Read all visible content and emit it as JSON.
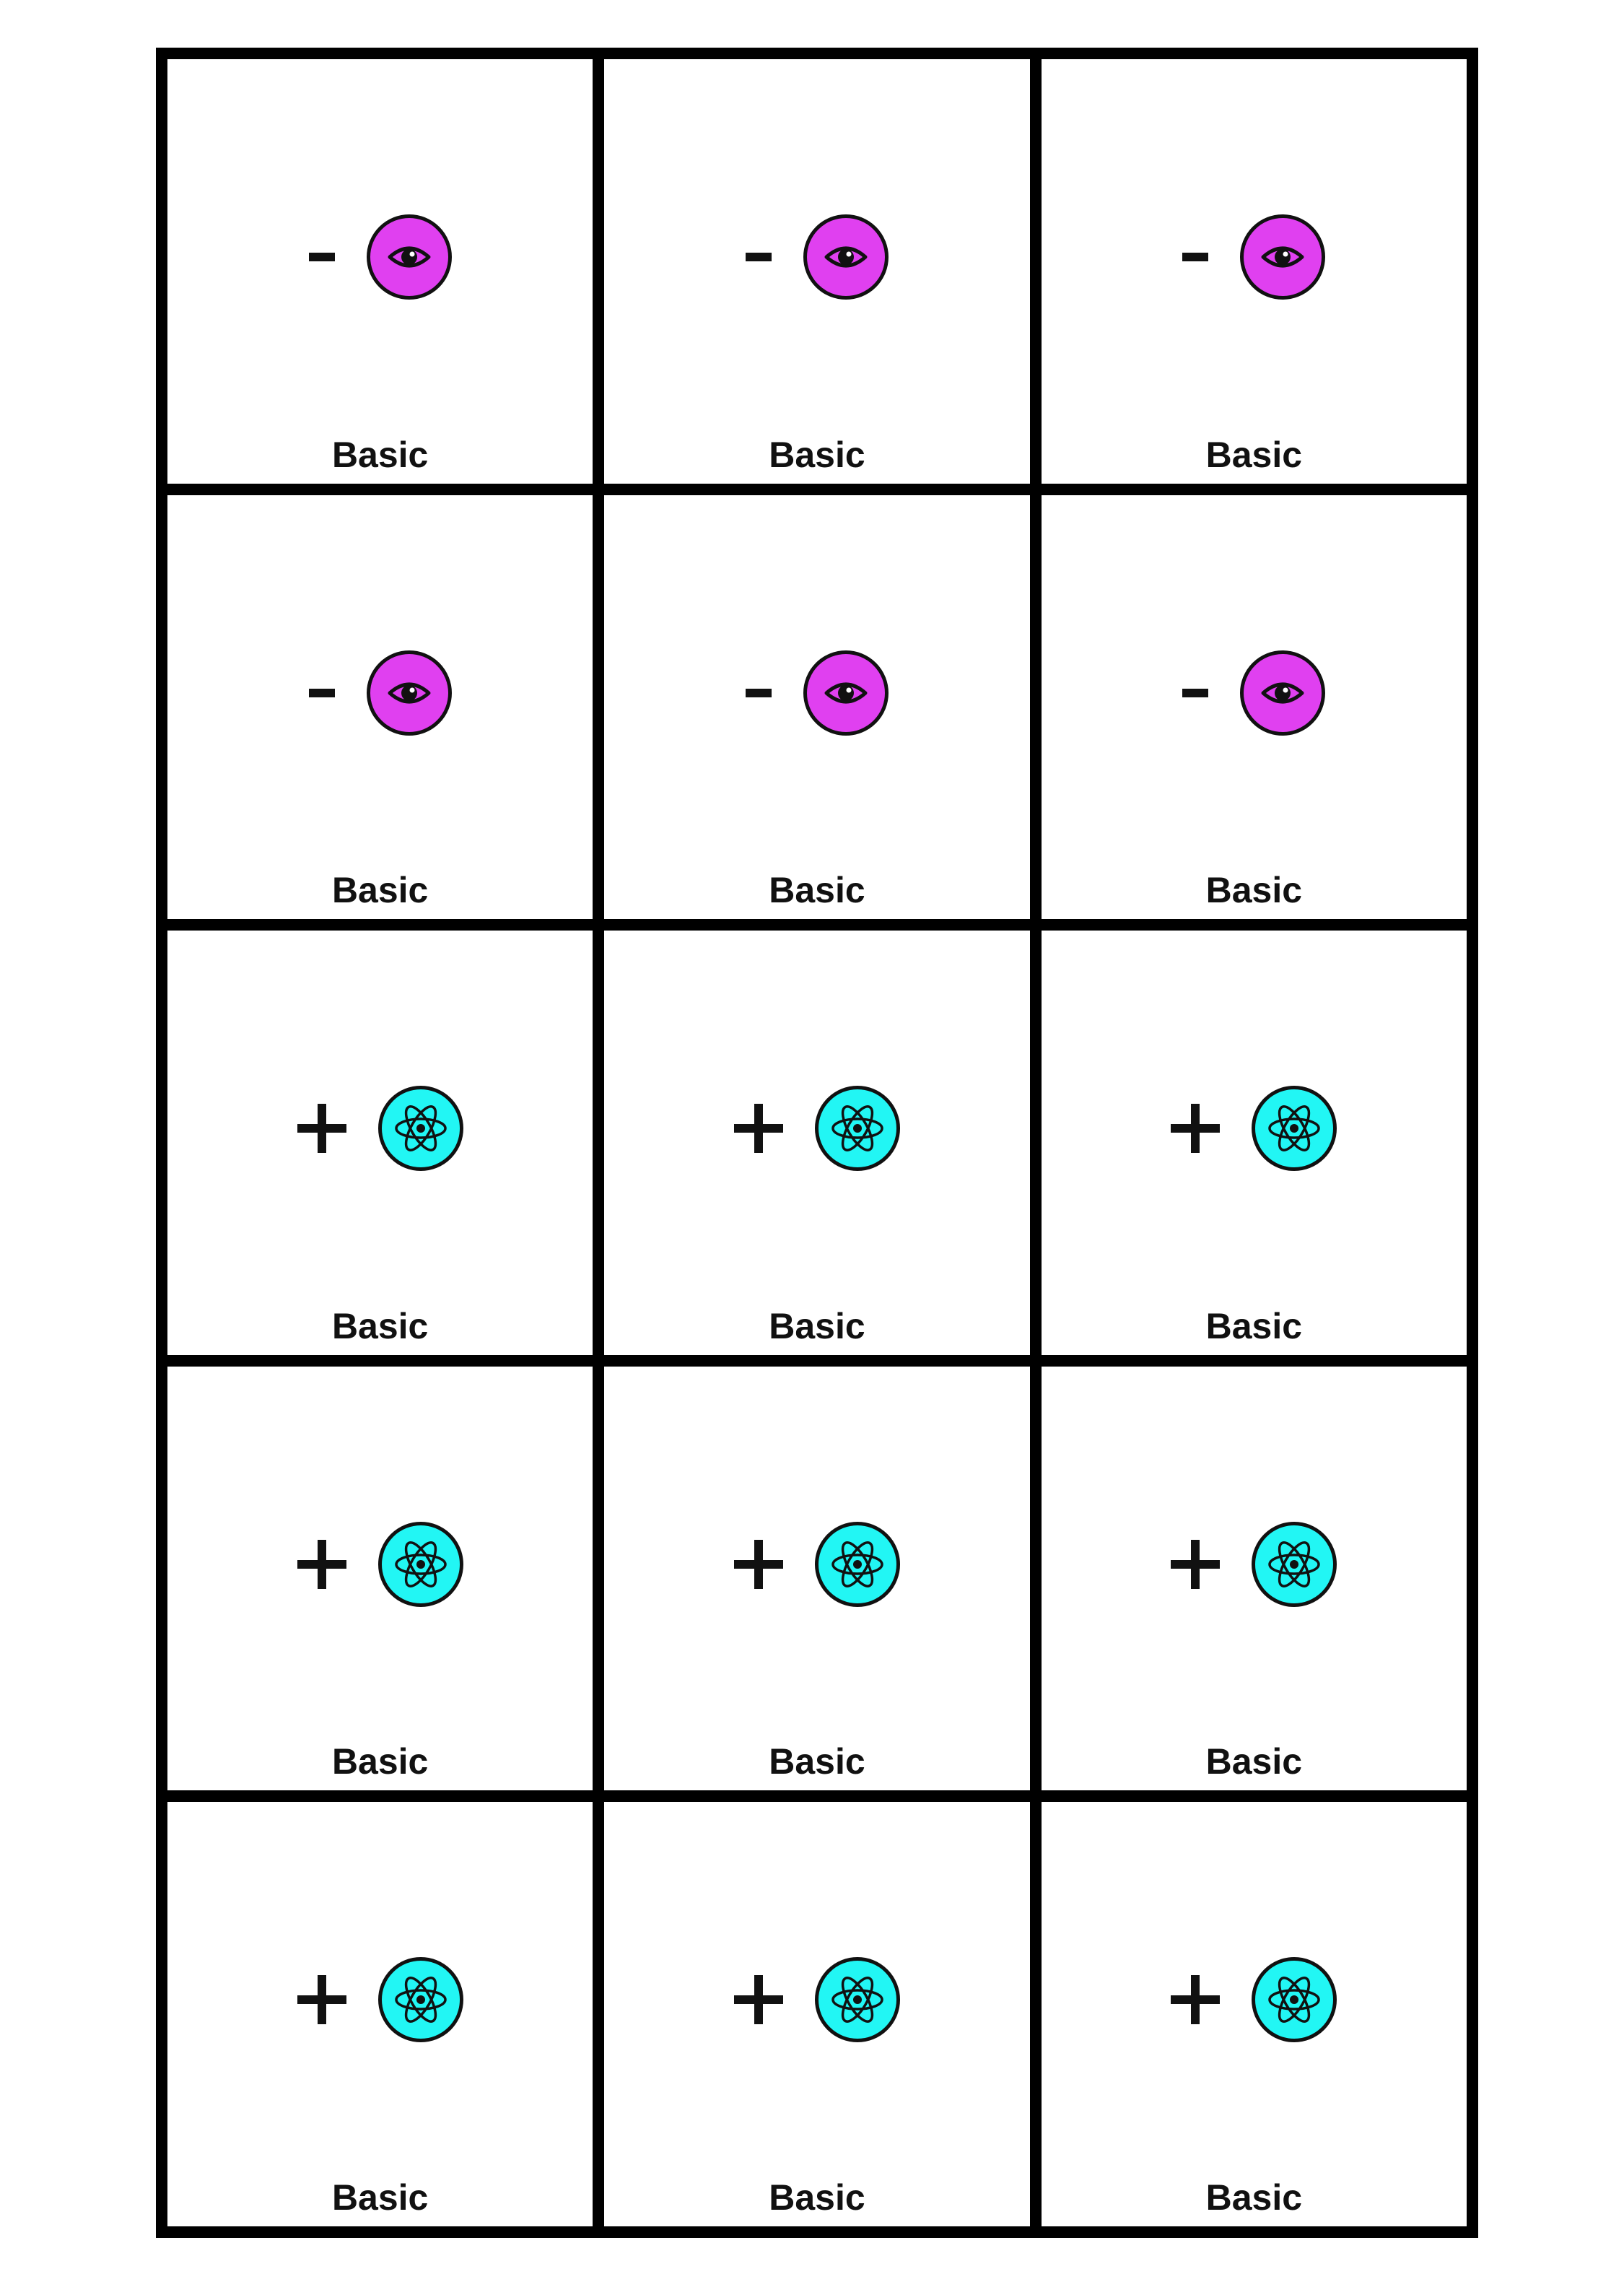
{
  "colors": {
    "observe": "#e040f0",
    "atom": "#22f6f4",
    "ink": "#111111"
  },
  "cards": [
    {
      "sign": "-",
      "kind": "observe",
      "icon": "eye-icon",
      "label": "Basic"
    },
    {
      "sign": "-",
      "kind": "observe",
      "icon": "eye-icon",
      "label": "Basic"
    },
    {
      "sign": "-",
      "kind": "observe",
      "icon": "eye-icon",
      "label": "Basic"
    },
    {
      "sign": "-",
      "kind": "observe",
      "icon": "eye-icon",
      "label": "Basic"
    },
    {
      "sign": "-",
      "kind": "observe",
      "icon": "eye-icon",
      "label": "Basic"
    },
    {
      "sign": "-",
      "kind": "observe",
      "icon": "eye-icon",
      "label": "Basic"
    },
    {
      "sign": "+",
      "kind": "atom",
      "icon": "atom-icon",
      "label": "Basic"
    },
    {
      "sign": "+",
      "kind": "atom",
      "icon": "atom-icon",
      "label": "Basic"
    },
    {
      "sign": "+",
      "kind": "atom",
      "icon": "atom-icon",
      "label": "Basic"
    },
    {
      "sign": "+",
      "kind": "atom",
      "icon": "atom-icon",
      "label": "Basic"
    },
    {
      "sign": "+",
      "kind": "atom",
      "icon": "atom-icon",
      "label": "Basic"
    },
    {
      "sign": "+",
      "kind": "atom",
      "icon": "atom-icon",
      "label": "Basic"
    },
    {
      "sign": "+",
      "kind": "atom",
      "icon": "atom-icon",
      "label": "Basic"
    },
    {
      "sign": "+",
      "kind": "atom",
      "icon": "atom-icon",
      "label": "Basic"
    },
    {
      "sign": "+",
      "kind": "atom",
      "icon": "atom-icon",
      "label": "Basic"
    }
  ]
}
